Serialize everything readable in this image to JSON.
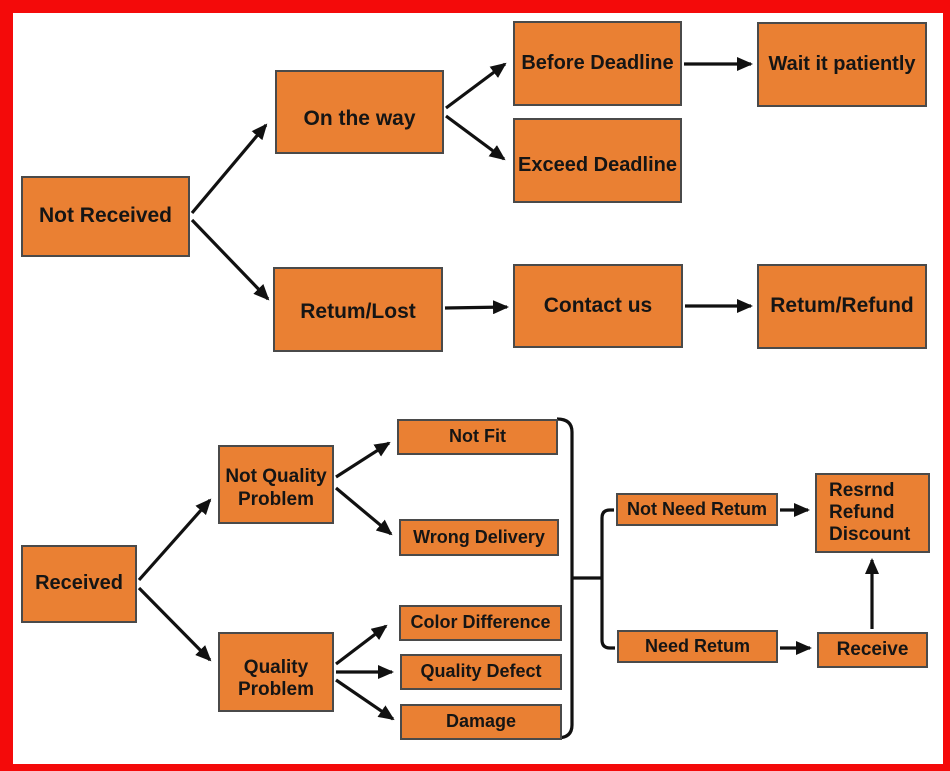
{
  "diagram": {
    "type": "flowchart",
    "description": "Order delivery and return decision flowchart",
    "colors": {
      "node_fill": "#ea8033",
      "node_border": "#4a4a4a",
      "frame_border": "#f40a0a",
      "connector": "#111111",
      "text": "#151515",
      "background": "#ffffff"
    },
    "nodes": {
      "not_received": {
        "label": "Not Received"
      },
      "on_the_way": {
        "label": "On the way"
      },
      "before_deadline": {
        "label": "Before Deadline"
      },
      "wait_it_patiently": {
        "label": "Wait it patiently"
      },
      "exceed_deadline": {
        "label": "Exceed Deadline"
      },
      "retum_lost": {
        "label": "Retum/Lost"
      },
      "contact_us": {
        "label": "Contact us"
      },
      "retum_refund": {
        "label": "Retum/Refund"
      },
      "received": {
        "label": "Received"
      },
      "not_quality_problem": {
        "label": "Not Quality\nProblem"
      },
      "quality_problem": {
        "label": "Quality\nProblem"
      },
      "not_fit": {
        "label": "Not Fit"
      },
      "wrong_delivery": {
        "label": "Wrong Delivery"
      },
      "color_difference": {
        "label": "Color Difference"
      },
      "quality_defect": {
        "label": "Quality Defect"
      },
      "damage": {
        "label": "Damage"
      },
      "not_need_retum": {
        "label": "Not Need Retum"
      },
      "need_retum": {
        "label": "Need Retum"
      },
      "resrnd_refund_discount": {
        "label": "Resrnd\nRefund\nDiscount"
      },
      "receive": {
        "label": "Receive"
      }
    },
    "connections": [
      {
        "from": "not_received",
        "to": "on_the_way"
      },
      {
        "from": "not_received",
        "to": "retum_lost"
      },
      {
        "from": "on_the_way",
        "to": "before_deadline"
      },
      {
        "from": "on_the_way",
        "to": "exceed_deadline"
      },
      {
        "from": "before_deadline",
        "to": "wait_it_patiently"
      },
      {
        "from": "retum_lost",
        "to": "contact_us"
      },
      {
        "from": "contact_us",
        "to": "retum_refund"
      },
      {
        "from": "received",
        "to": "not_quality_problem"
      },
      {
        "from": "received",
        "to": "quality_problem"
      },
      {
        "from": "not_quality_problem",
        "to": "not_fit"
      },
      {
        "from": "not_quality_problem",
        "to": "wrong_delivery"
      },
      {
        "from": "quality_problem",
        "to": "color_difference"
      },
      {
        "from": "quality_problem",
        "to": "quality_defect"
      },
      {
        "from": "quality_problem",
        "to": "damage"
      },
      {
        "from": "bracket_group_of_five_reasons",
        "to": "not_need_retum"
      },
      {
        "from": "bracket_group_of_five_reasons",
        "to": "need_retum"
      },
      {
        "from": "not_need_retum",
        "to": "resrnd_refund_discount"
      },
      {
        "from": "need_retum",
        "to": "receive"
      },
      {
        "from": "receive",
        "to": "resrnd_refund_discount"
      }
    ]
  }
}
